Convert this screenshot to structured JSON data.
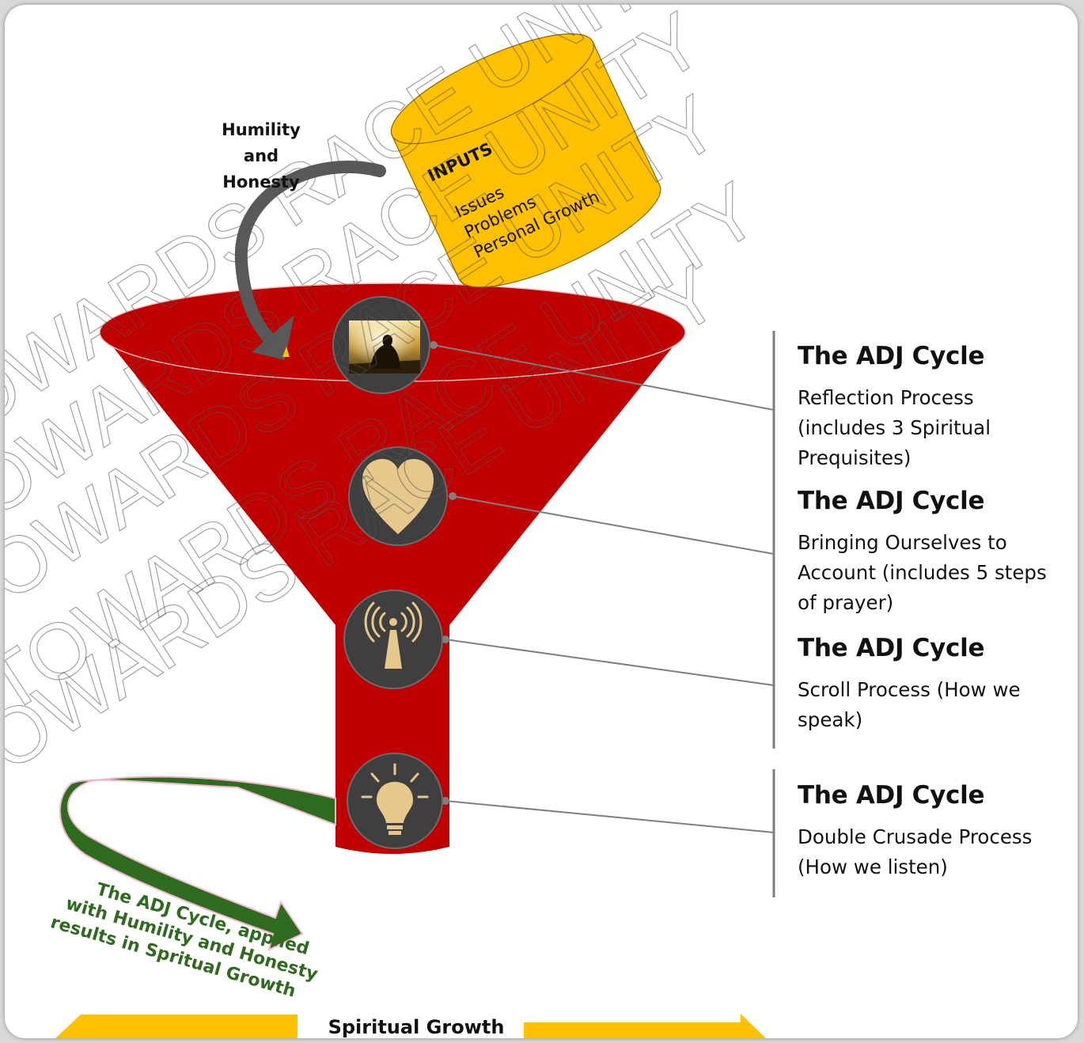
{
  "humility_label": [
    "Humility",
    "and",
    "Honesty"
  ],
  "inputs": {
    "title": "INPUTS",
    "items": [
      "Issues",
      "Problems",
      "Personal Growth"
    ]
  },
  "stages": [
    {
      "title": "The ADJ Cycle",
      "lines": [
        "Reflection Process",
        "(includes 3 Spiritual",
        "Prequisites)"
      ],
      "icon": "meditation-photo-icon"
    },
    {
      "title": "The ADJ Cycle",
      "lines": [
        "Bringing Ourselves to",
        "Account (includes 5 steps",
        "of prayer)"
      ],
      "icon": "heart-icon"
    },
    {
      "title": "The ADJ Cycle",
      "lines": [
        "Scroll Process (How we",
        "speak)"
      ],
      "icon": "antenna-icon"
    },
    {
      "title": "The ADJ Cycle",
      "lines": [
        "Double Crusade Process",
        "(How we listen)"
      ],
      "icon": "lightbulb-icon"
    }
  ],
  "result_caption": [
    "The ADJ Cycle, applied",
    "with Humility and Honesty",
    "results in Spritual Growth"
  ],
  "bottom_label": "Spiritual Growth",
  "watermark_text": "TOWARDS RACE UNITY",
  "colors": {
    "funnel_red": "#c00000",
    "cylinder_yellow": "#ffc000",
    "icon_circle": "#3f3f3f",
    "icon_gold": "#e6c88a",
    "result_green": "#2e6b1f",
    "arrow_yellow": "#ffc000",
    "arrow_gray": "#595959"
  }
}
